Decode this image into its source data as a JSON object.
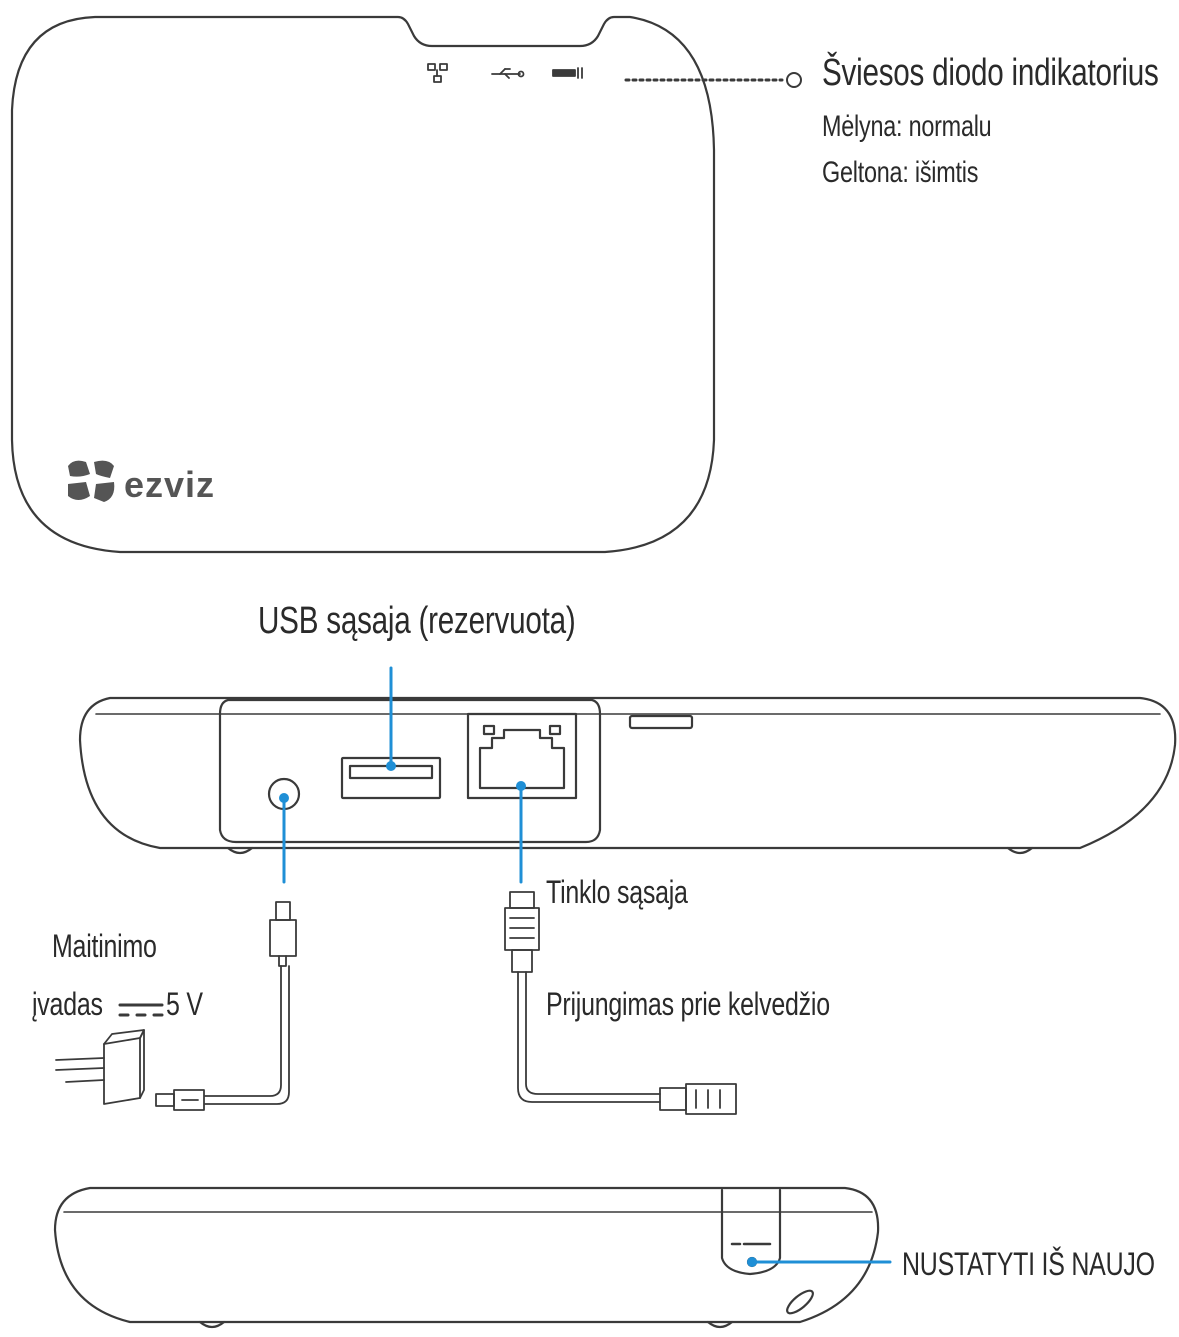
{
  "brand": {
    "logo_text": "ezviz"
  },
  "labels": {
    "led_indicator": "Šviesos diodo indikatorius",
    "led_blue": "Mėlyna: normalu",
    "led_yellow": "Geltona: išimtis",
    "usb_port": "USB sąsaja (rezervuota)",
    "network_port": "Tinklo sąsaja",
    "router_connection": "Prijungimas prie kelvedžio",
    "power_input_line1": "Maitinimo",
    "power_input_line2": "įvadas",
    "power_voltage": "5 V",
    "reset": "NUSTATYTI IŠ NAUJO"
  },
  "colors": {
    "outline": "#3a3a3a",
    "callout": "#1f8fd6",
    "text": "#2a2a2a"
  }
}
